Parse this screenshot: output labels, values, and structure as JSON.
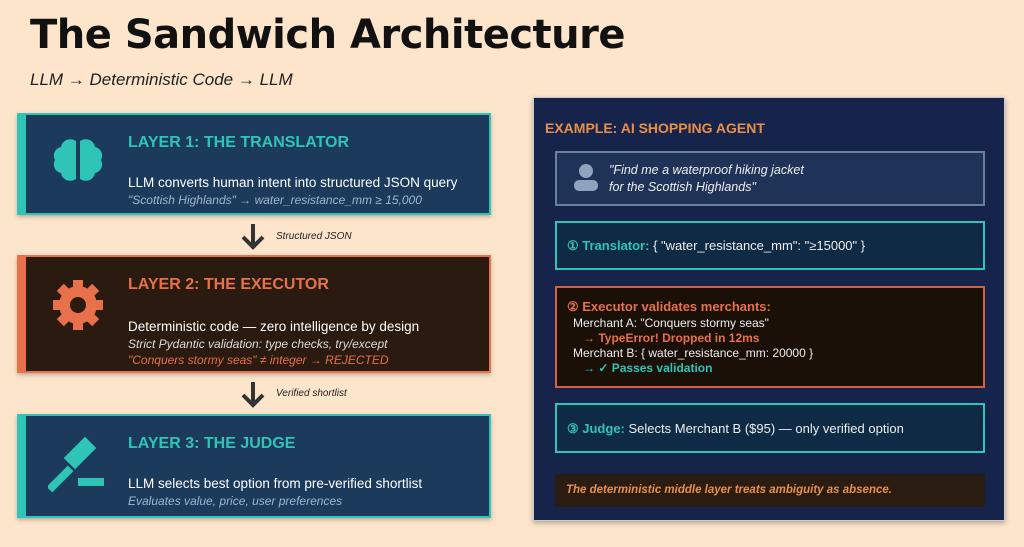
{
  "title": "The Sandwich Architecture",
  "subtitle": "LLM  →  Deterministic Code  →  LLM",
  "layers": [
    {
      "heading": "LAYER 1: THE TRANSLATOR",
      "main": "LLM converts human intent into structured JSON query",
      "sub": [
        "\"Scottish Highlands\"  → water_resistance_mm ≥ 15,000"
      ],
      "icon": "brain-icon",
      "color": "#2ec4b6"
    },
    {
      "heading": "LAYER 2: THE EXECUTOR",
      "main": "Deterministic code — zero intelligence by design",
      "sub": [
        "Strict Pydantic validation: type checks, try/except",
        "\"Conquers stormy seas\" ≠ integer  → REJECTED"
      ],
      "icon": "gear-icon",
      "color": "#e8704a"
    },
    {
      "heading": "LAYER 3: THE JUDGE",
      "main": "LLM selects best option from pre-verified shortlist",
      "sub": [
        "Evaluates value, price, user preferences"
      ],
      "icon": "gavel-icon",
      "color": "#2ec4b6"
    }
  ],
  "arrows": [
    "Structured JSON",
    "Verified shortlist"
  ],
  "example": {
    "heading": "EXAMPLE: AI SHOPPING AGENT",
    "query": [
      "\"Find me a waterproof hiking jacket",
      "for the Scottish Highlands\""
    ],
    "translator": {
      "label": "① Translator:",
      "text": " { \"water_resistance_mm\": \"≥15000\" }"
    },
    "executor": {
      "label": "② Executor validates merchants:",
      "a": "Merchant A: \"Conquers stormy seas\"",
      "a_result": "→ TypeError! Dropped in 12ms",
      "b": "Merchant B: { water_resistance_mm: 20000 }",
      "b_result": "→ ✓ Passes validation"
    },
    "judge": {
      "label": "③ Judge:",
      "text": " Selects Merchant B ($95) — only verified option"
    },
    "footer": "The deterministic middle layer treats ambiguity as absence."
  }
}
